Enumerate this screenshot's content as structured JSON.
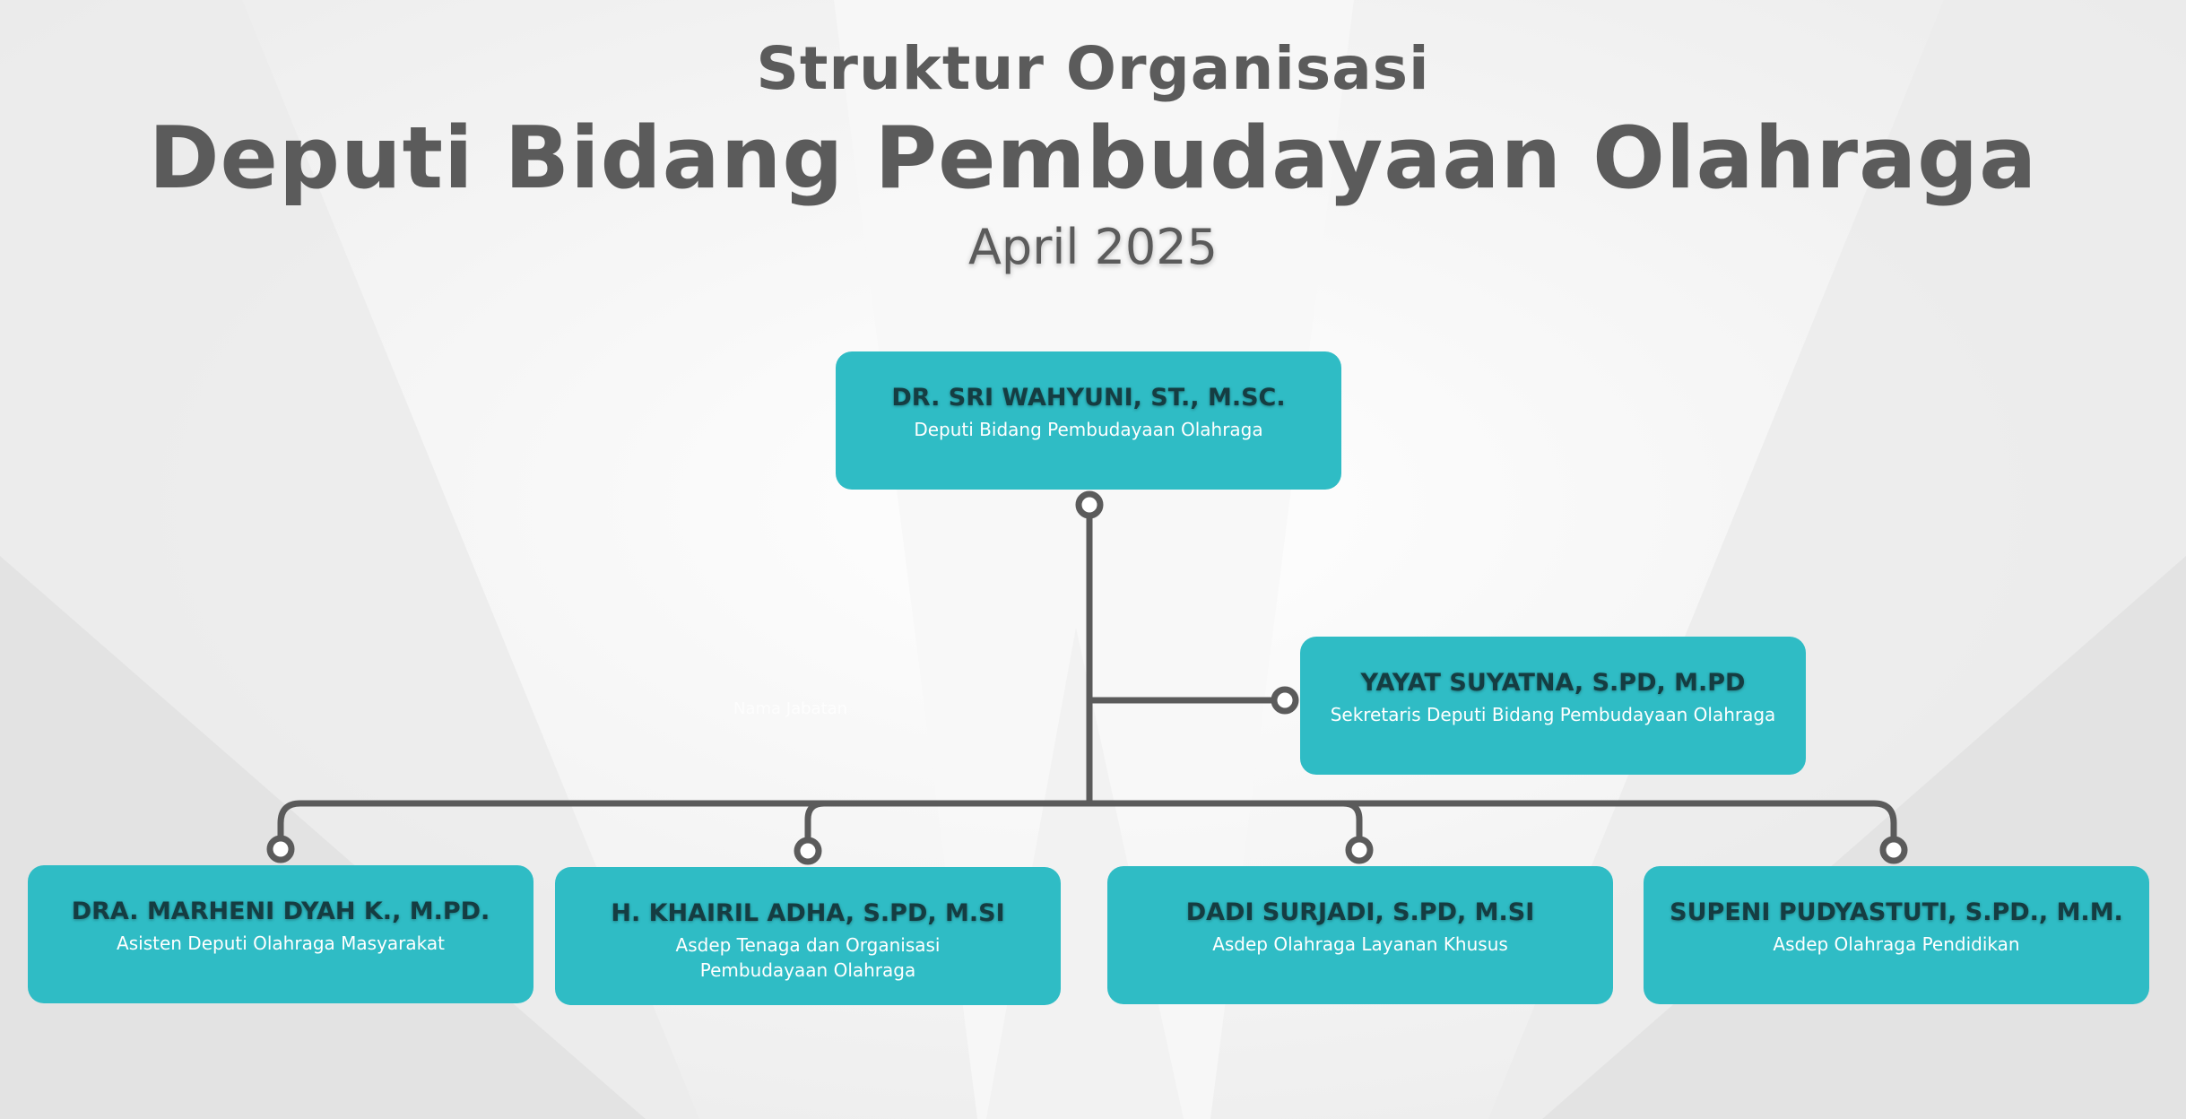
{
  "header": {
    "subtitle": "Struktur Organisasi",
    "title": "Deputi Bidang Pembudayaan Olahraga",
    "date": "April 2025"
  },
  "ghost_text": "Nama Jabatan",
  "colors": {
    "box": "#2fbcc5",
    "name_text": "#153d42",
    "role_text": "#ffffff",
    "connector": "#5b5b5b",
    "title_text": "#5b5b5b"
  },
  "nodes": {
    "head": {
      "name": "DR. SRI WAHYUNI, ST., M.SC.",
      "role": "Deputi Bidang Pembudayaan Olahraga"
    },
    "secretary": {
      "name": "YAYAT SUYATNA, S.PD, M.PD",
      "role": "Sekretaris Deputi Bidang Pembudayaan Olahraga"
    },
    "assistants": [
      {
        "name": "DRA. MARHENI DYAH K., M.PD.",
        "role": "Asisten Deputi Olahraga Masyarakat"
      },
      {
        "name": "H. KHAIRIL ADHA, S.PD, M.SI",
        "role": "Asdep Tenaga dan Organisasi Pembudayaan Olahraga"
      },
      {
        "name": "DADI SURJADI, S.PD, M.SI",
        "role": "Asdep Olahraga Layanan Khusus"
      },
      {
        "name": "SUPENI PUDYASTUTI, S.PD., M.M.",
        "role": "Asdep Olahraga Pendidikan"
      }
    ]
  }
}
